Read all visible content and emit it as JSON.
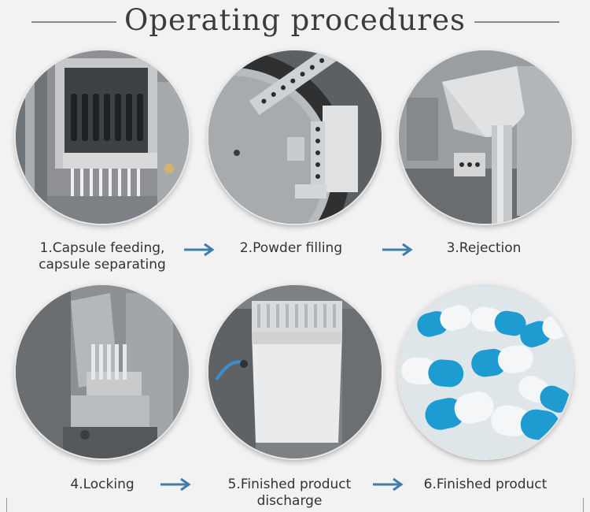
{
  "header": {
    "title": "Operating procedures"
  },
  "steps": [
    {
      "label": "1.Capsule feeding,\ncapsule separating",
      "image": "capsule-feeding-machine-photo"
    },
    {
      "label": "2.Powder filling",
      "image": "powder-filling-disc-photo"
    },
    {
      "label": "3.Rejection",
      "image": "rejection-station-photo"
    },
    {
      "label": "4.Locking",
      "image": "locking-station-photo"
    },
    {
      "label": "5.Finished product\ndischarge",
      "image": "discharge-chute-photo"
    },
    {
      "label": "6.Finished product",
      "image": "finished-capsules-photo"
    }
  ],
  "colors": {
    "arrow": "#3f7ea8",
    "capsule_blue": "#1e9bd1",
    "capsule_white": "#f4f6f8",
    "steel": "#b5b8bb"
  }
}
